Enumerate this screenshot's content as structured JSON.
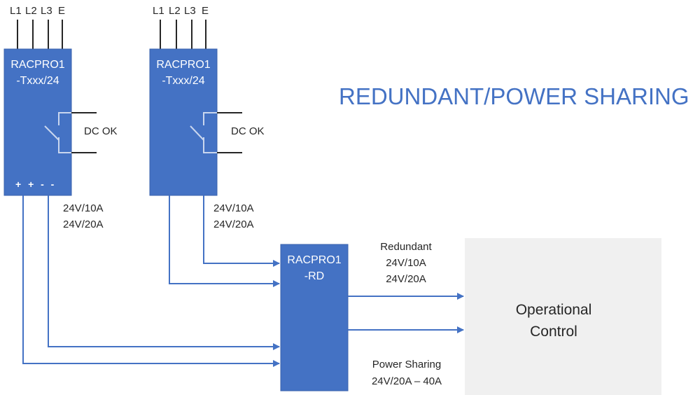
{
  "title": "REDUNDANT/POWER SHARING",
  "colors": {
    "module_fill": "#4472c4",
    "wire_blue": "#4472c4",
    "wire_black": "#262626",
    "title": "#4472c4",
    "control_fill": "#f0f0f0",
    "text_dark": "#262626",
    "text_light": "#ffffff"
  },
  "psu_modules": [
    {
      "name_line1": "RACPRO1",
      "name_line2": "-Txxx/24",
      "input_pins": [
        "L1",
        "L2",
        "L3",
        "E"
      ],
      "relay_label": "DC OK",
      "output_terminals": "+ + - -",
      "ratings": [
        "24V/10A",
        "24V/20A"
      ]
    },
    {
      "name_line1": "RACPRO1",
      "name_line2": "-Txxx/24",
      "input_pins": [
        "L1",
        "L2",
        "L3",
        "E"
      ],
      "relay_label": "DC OK",
      "output_terminals": "",
      "ratings": [
        "24V/10A",
        "24V/20A"
      ]
    }
  ],
  "redundancy_module": {
    "name_line1": "RACPRO1",
    "name_line2": "-RD"
  },
  "redundant_output": {
    "label": "Redundant",
    "ratings": [
      "24V/10A",
      "24V/20A"
    ]
  },
  "power_sharing_output": {
    "label": "Power Sharing",
    "rating": "24V/20A – 40A"
  },
  "load": {
    "line1": "Operational",
    "line2": "Control"
  }
}
